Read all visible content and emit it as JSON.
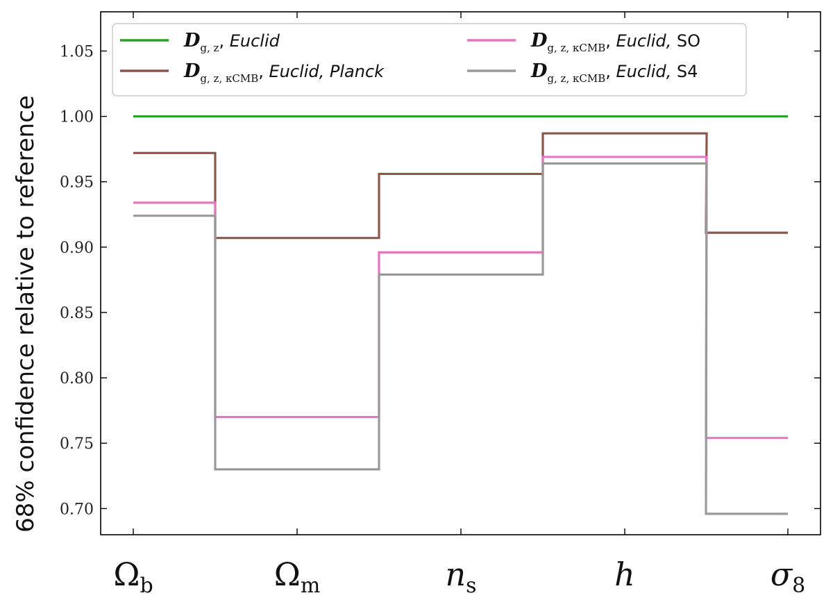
{
  "chart_data": {
    "type": "line",
    "step": true,
    "ylabel": "68% confidence relative to reference",
    "xlabel": "",
    "ylim": [
      0.68,
      1.08
    ],
    "y_ticks": [
      0.7,
      0.75,
      0.8,
      0.85,
      0.9,
      0.95,
      1.0,
      1.05
    ],
    "y_tick_labels": [
      "0.70",
      "0.75",
      "0.80",
      "0.85",
      "0.90",
      "0.95",
      "1.00",
      "1.05"
    ],
    "categories": [
      "Ωb",
      "Ωm",
      "ns",
      "h",
      "σ8"
    ],
    "category_parts": [
      {
        "base": "Ω",
        "sub": "b",
        "italic": false
      },
      {
        "base": "Ω",
        "sub": "m",
        "italic": false
      },
      {
        "base": "n",
        "sub": "s",
        "italic": true
      },
      {
        "base": "h",
        "sub": "",
        "italic": true
      },
      {
        "base": "σ",
        "sub": "8",
        "italic": true
      }
    ],
    "series": [
      {
        "name": "D_{g,z}, Euclid",
        "legend_parts": {
          "base": "D",
          "sub": "g, z",
          "rest": ",",
          "tail": " Euclid",
          "tail_italic": true,
          "extra": ""
        },
        "color": "#2ca02c",
        "values": [
          1.0,
          1.0,
          1.0,
          1.0,
          1.0
        ]
      },
      {
        "name": "D_{g,z,κCMB}, Euclid, Planck",
        "legend_parts": {
          "base": "D",
          "sub": "g, z, κCMB",
          "rest": ",",
          "tail": " Euclid,",
          "tail_italic": true,
          "extra": " Planck",
          "extra_italic": true
        },
        "color": "#8c564b",
        "values": [
          0.972,
          0.907,
          0.956,
          0.987,
          0.911
        ]
      },
      {
        "name": "D_{g,z,κCMB}, Euclid, SO",
        "legend_parts": {
          "base": "D",
          "sub": "g, z, κCMB",
          "rest": ",",
          "tail": " Euclid,",
          "tail_italic": true,
          "extra": " SO",
          "extra_italic": false
        },
        "color": "#e377c2",
        "values": [
          0.934,
          0.77,
          0.896,
          0.969,
          0.754
        ]
      },
      {
        "name": "D_{g,z,κCMB}, Euclid, S4",
        "legend_parts": {
          "base": "D",
          "sub": "g, z, κCMB",
          "rest": ",",
          "tail": " Euclid,",
          "tail_italic": true,
          "extra": " S4",
          "extra_italic": false
        },
        "color": "#999999",
        "values": [
          0.924,
          0.73,
          0.879,
          0.964,
          0.696
        ]
      }
    ],
    "grid": false,
    "legend_position": "top"
  }
}
